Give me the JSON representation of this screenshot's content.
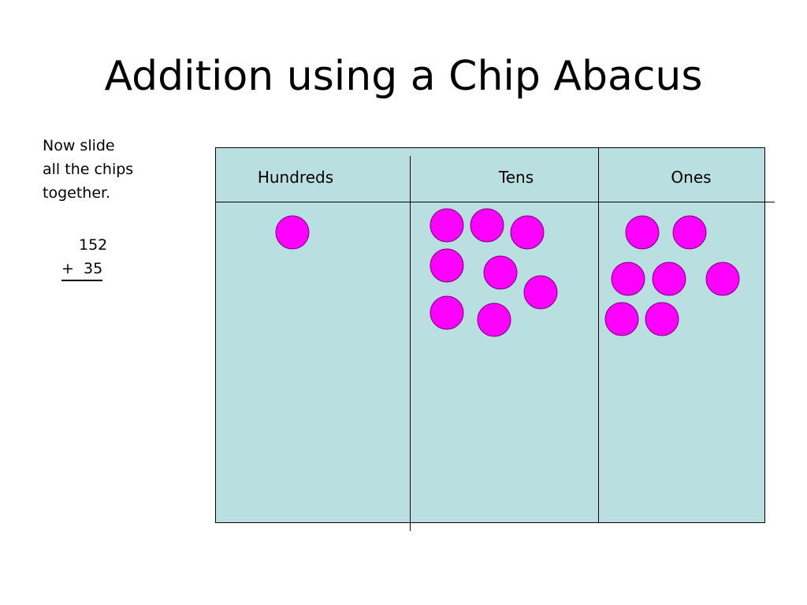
{
  "slide": {
    "title": "Addition using a Chip Abacus",
    "instruction": "Now  slide\nall the chips\ntogether.",
    "problem": {
      "line1": "152",
      "line2": "+  35"
    }
  },
  "abacus": {
    "columns": [
      {
        "label": "Hundreds",
        "chips": 1
      },
      {
        "label": "Tens",
        "chips": 8
      },
      {
        "label": "Ones",
        "chips": 7
      }
    ],
    "background_color": "#b9dfe1",
    "chip_color": "#ff00ff"
  }
}
